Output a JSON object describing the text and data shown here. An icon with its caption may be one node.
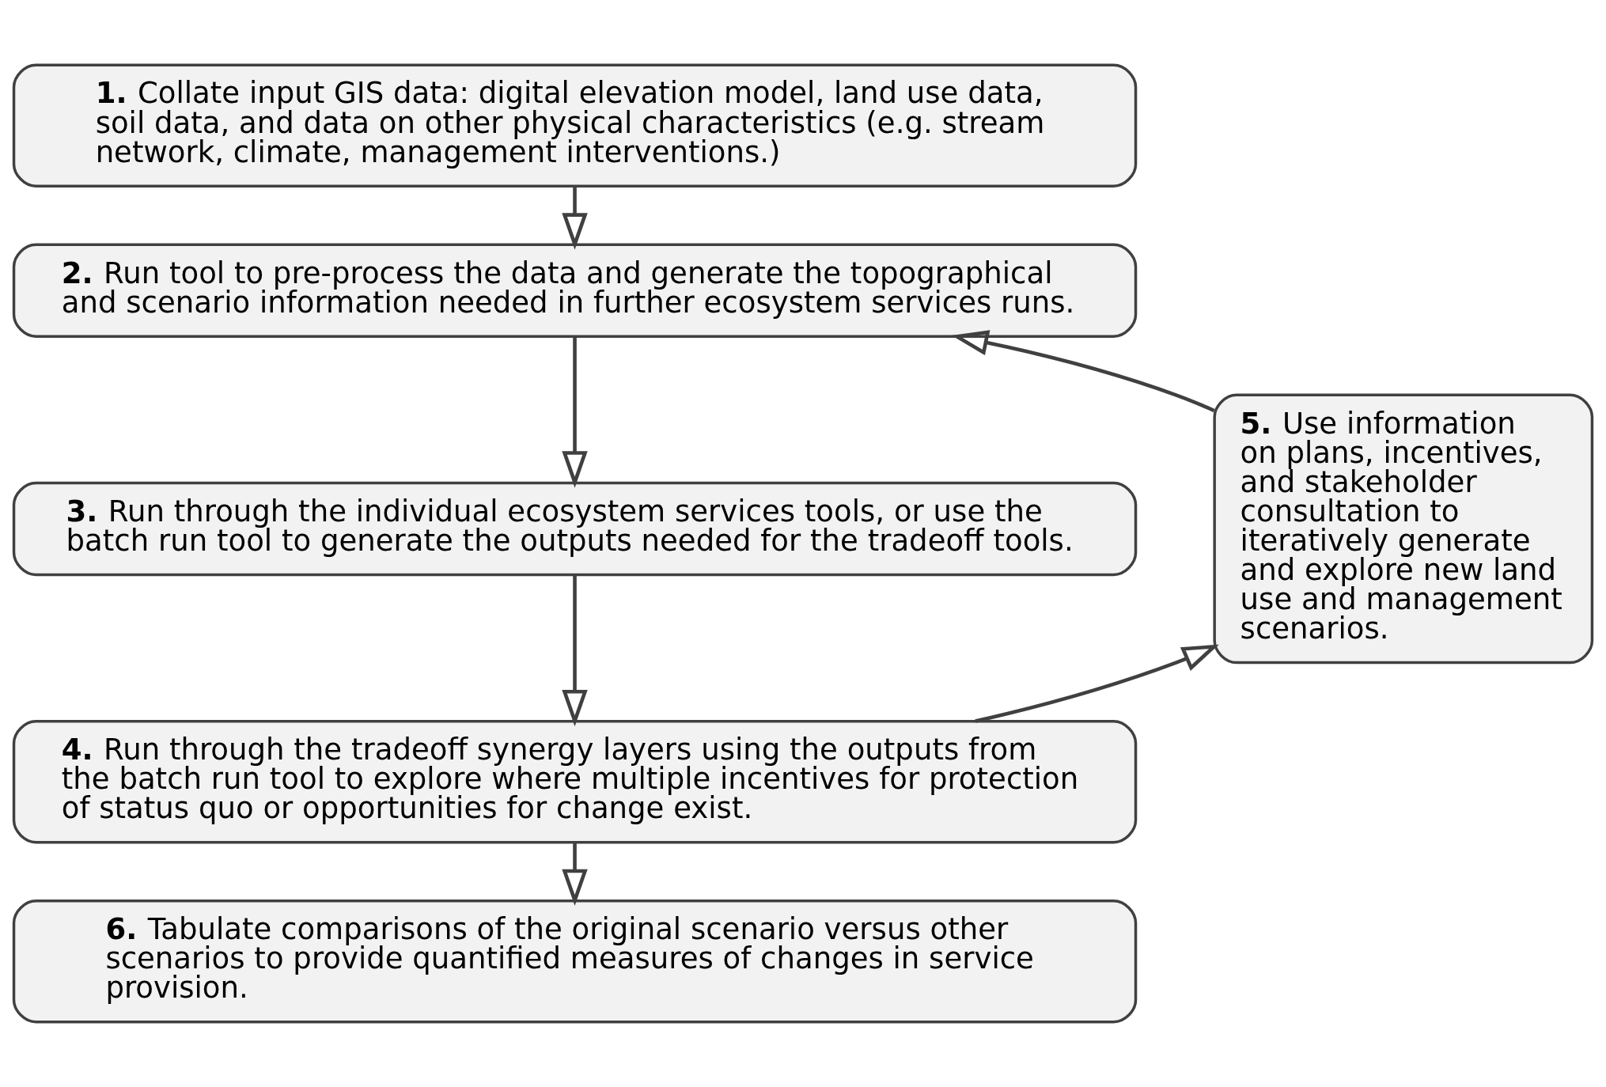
{
  "diagram": {
    "nodes": [
      {
        "text": [
          "**1.** Collate input GIS data: digital elevation model, land use data, soil data, and data on other physical characteristics (e.g. stream network, climate, management interventions.)"
        ]
      },
      {
        "text": [
          "**2.** Run tool to pre-process the data and generate the topographical and scenario information needed in further ecosystem services runs."
        ]
      },
      {
        "text": [
          "**3.** Run through the individual ecosystem services tools, or use the batch run tool to generate the outputs needed for the tradeoff tools."
        ]
      },
      {
        "text": [
          "**4.** Run through the tradeoff synergy layers using the outputs from the batch run tool to explore where multiple incentives for protection of status quo or opportunities for change exist."
        ]
      },
      {
        "text": [
          "**5.** Use information on plans, incentives, and stakeholder consultation to iteratively generate and explore new land use and management scenarios."
        ]
      },
      {
        "text": [
          "**6.** Tabulate comparisons of the original scenario versus other scenarios to provide quantified measures of changes in service provision."
        ]
      }
    ],
    "edges": [
      {
        "from": 0,
        "to": 1,
        "arrow": "to"
      },
      {
        "from": 1,
        "to": 2,
        "arrow": "to"
      },
      {
        "from": 2,
        "to": 3,
        "arrow": "to"
      },
      {
        "from": 3,
        "to": 5,
        "arrow": "to"
      },
      {
        "from": 3,
        "to": 4,
        "arrow": "to"
      },
      {
        "from": 4,
        "to": 1,
        "arrow": "to"
      }
    ]
  }
}
